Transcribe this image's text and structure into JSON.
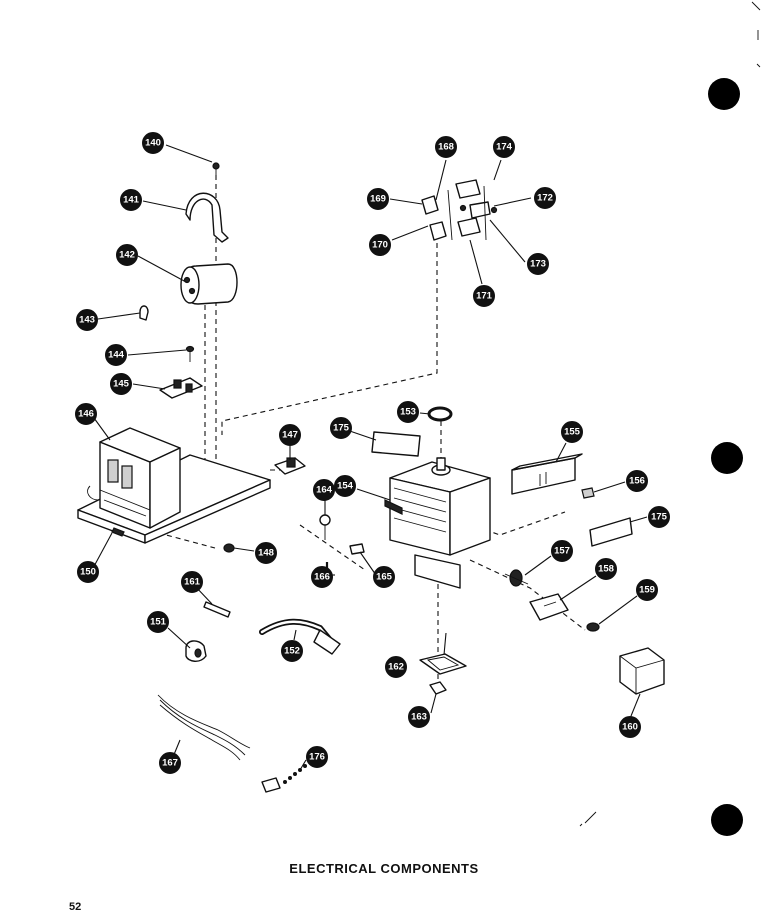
{
  "caption": "ELECTRICAL COMPONENTS",
  "page_number": "52",
  "callouts": [
    "140",
    "141",
    "142",
    "143",
    "144",
    "145",
    "146",
    "147",
    "148",
    "150",
    "151",
    "152",
    "153",
    "154",
    "155",
    "156",
    "157",
    "158",
    "159",
    "160",
    "161",
    "162",
    "163",
    "164",
    "165",
    "166",
    "167",
    "168",
    "169",
    "170",
    "171",
    "172",
    "173",
    "174",
    "175",
    "175",
    "176"
  ],
  "colors": {
    "ink": "#111111",
    "paper": "#ffffff"
  }
}
